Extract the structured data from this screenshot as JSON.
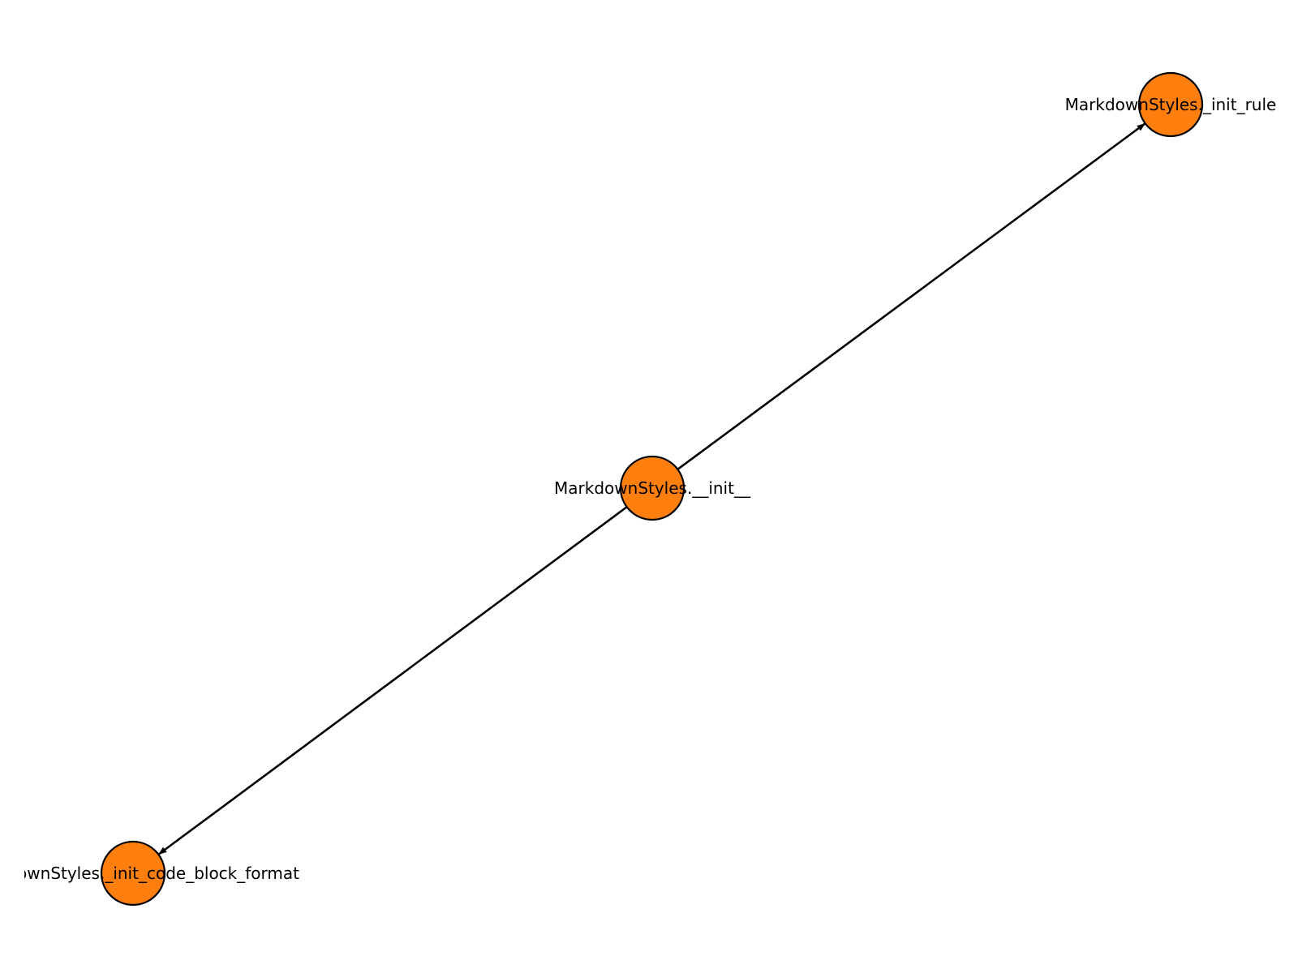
{
  "graph": {
    "node_color": "#ff7f0e",
    "edge_color": "#000000",
    "directed": true,
    "nodes": [
      {
        "id": "init",
        "label": "MarkdownStyles.__init__"
      },
      {
        "id": "rule",
        "label": "MarkdownStyles._init_rule"
      },
      {
        "id": "code",
        "label": "MarkdownStyles._init_code_block_format"
      }
    ],
    "edges": [
      {
        "from": "init",
        "to": "rule"
      },
      {
        "from": "init",
        "to": "code"
      }
    ]
  }
}
